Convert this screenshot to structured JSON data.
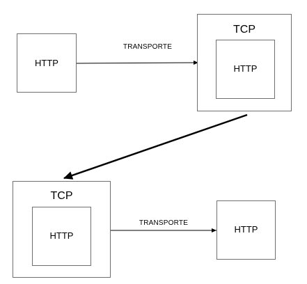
{
  "diagram": {
    "top_left_box": {
      "label": "HTTP"
    },
    "top_arrow": {
      "label": "TRANSPORTE"
    },
    "top_right_box": {
      "outer_label": "TCP",
      "inner_label": "HTTP"
    },
    "bottom_left_box": {
      "outer_label": "TCP",
      "inner_label": "HTTP"
    },
    "bottom_arrow": {
      "label": "TRANSPORTE"
    },
    "bottom_right_box": {
      "label": "HTTP"
    }
  }
}
